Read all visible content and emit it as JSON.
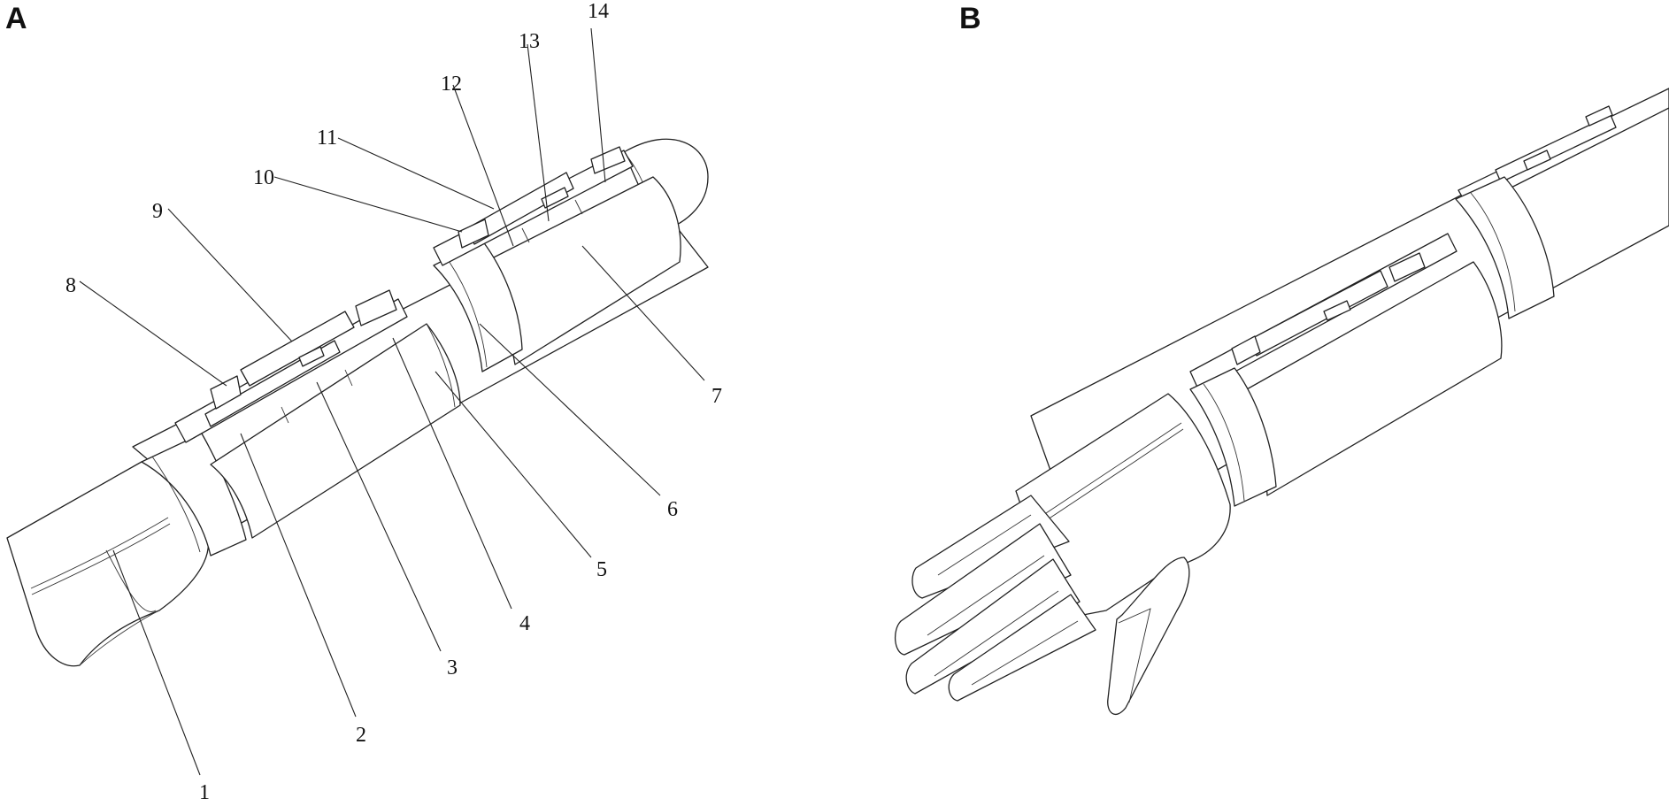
{
  "panels": {
    "a": {
      "letter": "A"
    },
    "b": {
      "letter": "B"
    }
  },
  "callouts": [
    "1",
    "2",
    "3",
    "4",
    "5",
    "6",
    "7",
    "8",
    "9",
    "10",
    "11",
    "12",
    "13",
    "14"
  ],
  "colors": {
    "line": "#222222",
    "background": "#ffffff"
  }
}
